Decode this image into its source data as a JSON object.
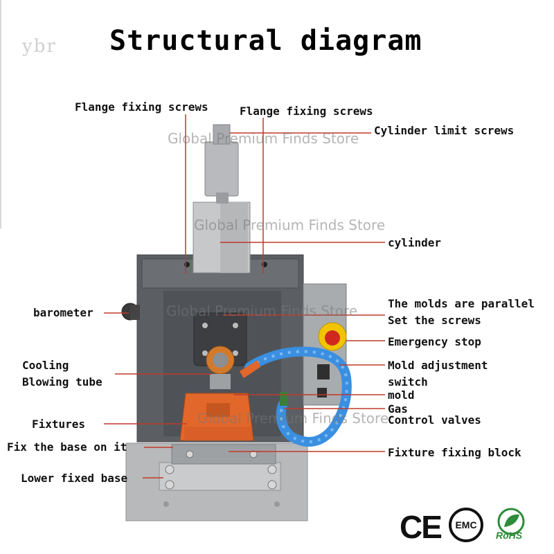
{
  "title": "Structural diagram",
  "watermark": "Global Premium Finds Store",
  "top_logo_text": "ybr",
  "labels": {
    "flange_left": "Flange fixing screws",
    "flange_right": "Flange fixing screws",
    "cylinder_limit": "Cylinder limit screws",
    "cylinder": "cylinder",
    "barometer": "barometer",
    "molds_parallel_1": "The molds are parallel",
    "molds_parallel_2": "Set the screws",
    "emergency": "Emergency stop",
    "cooling_1": "Cooling",
    "cooling_2": "Blowing tube",
    "mold_adjust_1": "Mold adjustment",
    "mold_adjust_2": "switch",
    "mold": "mold",
    "gas_1": "Gas",
    "gas_2": "Control valves",
    "fixtures": "Fixtures",
    "fix_base": "Fix the base on it",
    "fixture_block": "Fixture fixing block",
    "lower_base": "Lower fixed base"
  },
  "certifications": {
    "ce": "CE",
    "emc": "EMC",
    "rohs": "RoHS"
  },
  "colors": {
    "leader_line": "#c0392b",
    "machine_body": "#5b5f63",
    "fixture": "#e2672a",
    "tube": "#3a8fe0",
    "estop": "#f2c400"
  }
}
